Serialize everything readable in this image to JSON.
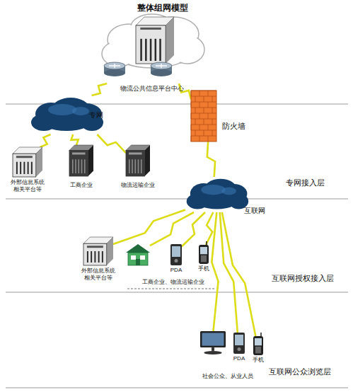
{
  "diagram": {
    "title": "整体组网模型",
    "nodes": [
      {
        "text": [
          "物流公共信息平台中心"
        ]
      },
      {
        "text": [
          "专网"
        ]
      },
      {
        "text": [
          "防火墙"
        ]
      },
      {
        "text": [
          "外部信息系统 相关平台等"
        ]
      },
      {
        "text": [
          "工商企业"
        ]
      },
      {
        "text": [
          "物流运输企业"
        ]
      },
      {
        "text": [
          "互联网"
        ]
      },
      {
        "text": [
          "外部信息系统 相关平台等"
        ]
      },
      {
        "text": [
          "工商企业、物流运输企业"
        ]
      },
      {
        "text": [
          "PDA"
        ]
      },
      {
        "text": [
          "手机"
        ]
      },
      {
        "text": [
          "社会公众、从业人员"
        ]
      },
      {
        "text": [
          "PDA"
        ]
      },
      {
        "text": [
          "手机"
        ]
      }
    ],
    "edges": [
      {
        "from": 0,
        "to": 1,
        "arrow": "none"
      },
      {
        "from": 0,
        "to": 2,
        "arrow": "none"
      },
      {
        "from": 2,
        "to": 6,
        "arrow": "none"
      },
      {
        "from": 1,
        "to": 3,
        "arrow": "none"
      },
      {
        "from": 1,
        "to": 4,
        "arrow": "none"
      },
      {
        "from": 1,
        "to": 5,
        "arrow": "none"
      },
      {
        "from": 6,
        "to": 7,
        "arrow": "none"
      },
      {
        "from": 6,
        "to": 8,
        "arrow": "none"
      },
      {
        "from": 6,
        "to": 9,
        "arrow": "none"
      },
      {
        "from": 6,
        "to": 10,
        "arrow": "none"
      },
      {
        "from": 6,
        "to": 11,
        "arrow": "none"
      },
      {
        "from": 6,
        "to": 12,
        "arrow": "none"
      },
      {
        "from": 6,
        "to": 13,
        "arrow": "none"
      }
    ],
    "labels": [
      "专网接入层",
      "互联网授权接入层",
      "互联网公众浏览层"
    ]
  }
}
